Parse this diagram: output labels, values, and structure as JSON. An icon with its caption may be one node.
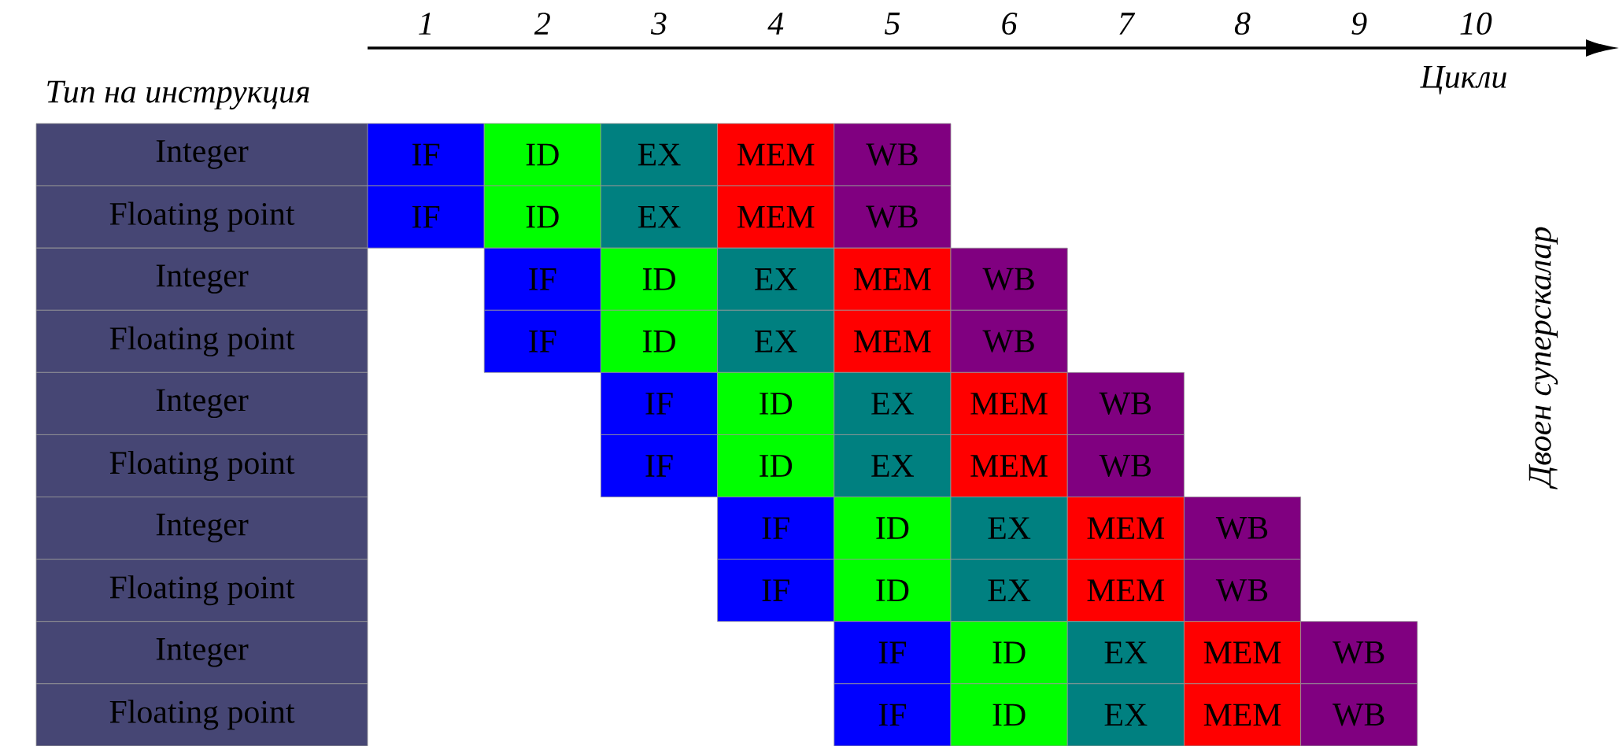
{
  "diagram": {
    "nodes": [
      {
        "text": [
          "Integer"
        ]
      },
      {
        "text": [
          "IF"
        ]
      },
      {
        "text": [
          "ID"
        ]
      },
      {
        "text": [
          "EX"
        ]
      },
      {
        "text": [
          "MEM"
        ]
      },
      {
        "text": [
          "WB"
        ]
      },
      {
        "text": [
          "Floating point"
        ]
      },
      {
        "text": [
          "IF"
        ]
      },
      {
        "text": [
          "ID"
        ]
      },
      {
        "text": [
          "EX"
        ]
      },
      {
        "text": [
          "MEM"
        ]
      },
      {
        "text": [
          "WB"
        ]
      },
      {
        "text": [
          "Integer"
        ]
      },
      {
        "text": [
          "IF"
        ]
      },
      {
        "text": [
          "ID"
        ]
      },
      {
        "text": [
          "EX"
        ]
      },
      {
        "text": [
          "MEM"
        ]
      },
      {
        "text": [
          "WB"
        ]
      },
      {
        "text": [
          "Floating point"
        ]
      },
      {
        "text": [
          "IF"
        ]
      },
      {
        "text": [
          "ID"
        ]
      },
      {
        "text": [
          "EX"
        ]
      },
      {
        "text": [
          "MEM"
        ]
      },
      {
        "text": [
          "WB"
        ]
      },
      {
        "text": [
          "Integer"
        ]
      },
      {
        "text": [
          "IF"
        ]
      },
      {
        "text": [
          "ID"
        ]
      },
      {
        "text": [
          "EX"
        ]
      },
      {
        "text": [
          "MEM"
        ]
      },
      {
        "text": [
          "WB"
        ]
      },
      {
        "text": [
          "Floating point"
        ]
      },
      {
        "text": [
          "IF"
        ]
      },
      {
        "text": [
          "ID"
        ]
      },
      {
        "text": [
          "EX"
        ]
      },
      {
        "text": [
          "MEM"
        ]
      },
      {
        "text": [
          "WB"
        ]
      },
      {
        "text": [
          "Integer"
        ]
      },
      {
        "text": [
          "IF"
        ]
      },
      {
        "text": [
          "ID"
        ]
      },
      {
        "text": [
          "EX"
        ]
      },
      {
        "text": [
          "MEM"
        ]
      },
      {
        "text": [
          "WB"
        ]
      },
      {
        "text": [
          "Floating point"
        ]
      },
      {
        "text": [
          "IF"
        ]
      },
      {
        "text": [
          "ID"
        ]
      },
      {
        "text": [
          "EX"
        ]
      },
      {
        "text": [
          "MEM"
        ]
      },
      {
        "text": [
          "WB"
        ]
      },
      {
        "text": [
          "Integer"
        ]
      },
      {
        "text": [
          "IF"
        ]
      },
      {
        "text": [
          "ID"
        ]
      },
      {
        "text": [
          "EX"
        ]
      },
      {
        "text": [
          "MEM"
        ]
      },
      {
        "text": [
          "WB"
        ]
      },
      {
        "text": [
          "Floating point"
        ]
      },
      {
        "text": [
          "IF"
        ]
      },
      {
        "text": [
          "ID"
        ]
      },
      {
        "text": [
          "EX"
        ]
      },
      {
        "text": [
          "MEM"
        ]
      },
      {
        "text": [
          "WB"
        ]
      }
    ],
    "labels": [
      "1",
      "2",
      "3",
      "4",
      "5",
      "6",
      "7",
      "8",
      "9",
      "10",
      "Цикли",
      "Тип на инструкция",
      "Двоен суперскалар"
    ]
  }
}
